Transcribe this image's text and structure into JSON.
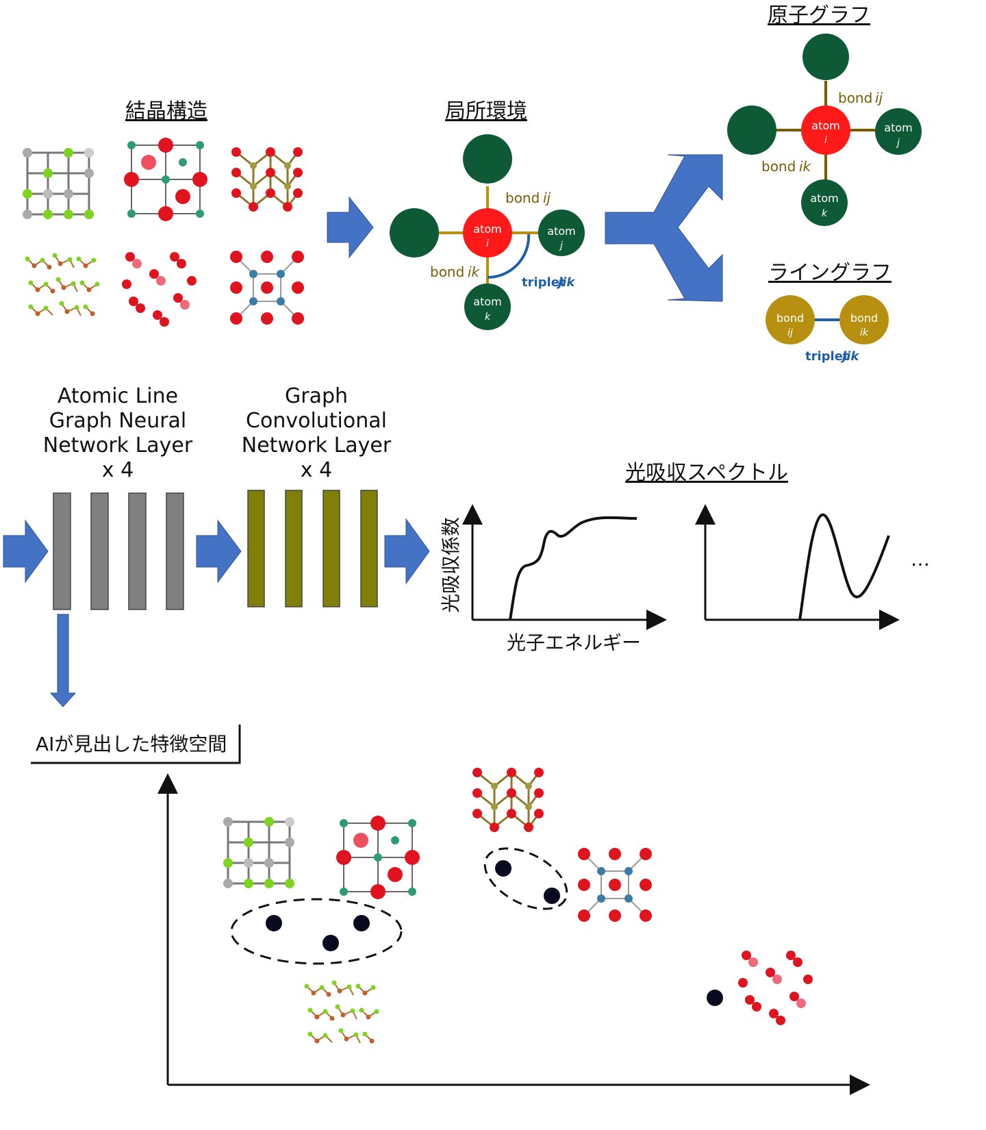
{
  "headings": {
    "crystal_structure": "結晶構造",
    "local_environment": "局所環境",
    "atom_graph": "原子グラフ",
    "line_graph": "ライングラフ",
    "spectrum": "光吸収スペクトル"
  },
  "local_env": {
    "atom_i": "atom",
    "atom_i_sub": "i",
    "atom_j": "atom",
    "atom_j_sub": "j",
    "atom_k": "atom",
    "atom_k_sub": "k",
    "bond_ij": "bond",
    "bond_ij_sub": "ij",
    "bond_ik": "bond",
    "bond_ik_sub": "ik",
    "triplet": "triplet",
    "triplet_sub": "jik"
  },
  "atom_graph": {
    "atom_i": "atom",
    "atom_i_sub": "i",
    "atom_j": "atom",
    "atom_j_sub": "j",
    "atom_k": "atom",
    "atom_k_sub": "k",
    "bond_ij": "bond",
    "bond_ij_sub": "ij",
    "bond_ik": "bond",
    "bond_ik_sub": "ik"
  },
  "line_graph": {
    "node1": "bond",
    "node1_sub": "ij",
    "node2": "bond",
    "node2_sub": "ik",
    "triplet": "triplet",
    "triplet_sub": "jik"
  },
  "layers": {
    "algnn_line1": "Atomic Line",
    "algnn_line2": "Graph Neural",
    "algnn_line3": "Network Layer",
    "algnn_count": "x 4",
    "gcn_line1": "Graph",
    "gcn_line2": "Convolutional",
    "gcn_line3": "Network Layer",
    "gcn_count": "x 4"
  },
  "spectrum": {
    "ylabel": "光吸収係数",
    "xlabel": "光子エネルギー",
    "ellipsis": "…"
  },
  "feature_space": {
    "label": "AIが見出した特徴空間"
  },
  "colors": {
    "arrow": "#4472c4",
    "atom_green": "#0e5a36",
    "atom_red": "#ff1a1a",
    "bond_gold": "#b8900f",
    "triplet_blue": "#1f5fa8",
    "layer_gray": "#808080",
    "layer_olive": "#7f7f0a"
  }
}
